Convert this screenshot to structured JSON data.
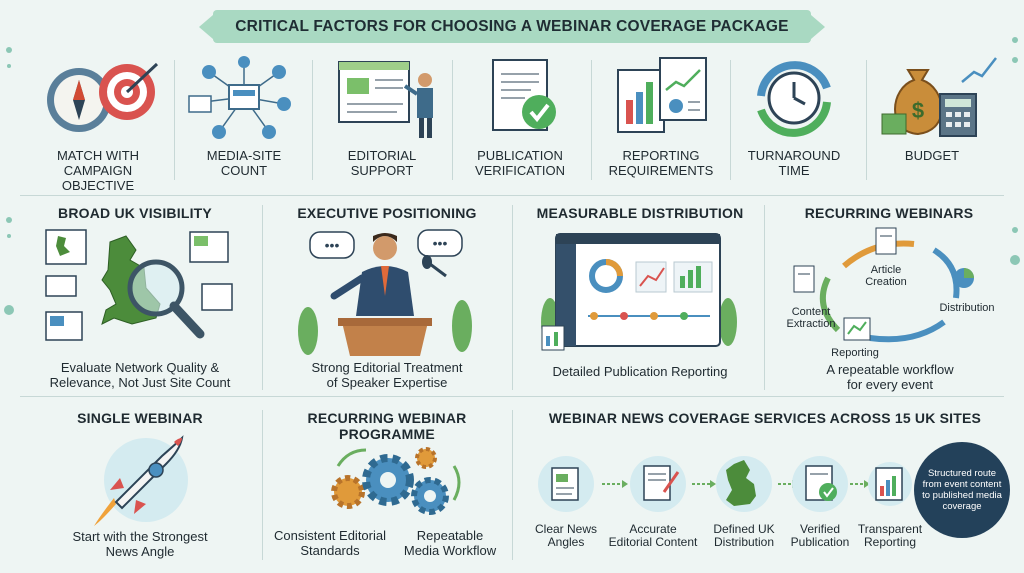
{
  "banner": "CRITICAL FACTORS FOR CHOOSING A WEBINAR COVERAGE PACKAGE",
  "factors": [
    {
      "label": "MATCH WITH\nCAMPAIGN OBJECTIVE"
    },
    {
      "label": "MEDIA-SITE\nCOUNT"
    },
    {
      "label": "EDITORIAL\nSUPPORT"
    },
    {
      "label": "PUBLICATION\nVERIFICATION"
    },
    {
      "label": "REPORTING\nREQUIREMENTS"
    },
    {
      "label": "TURNAROUND\nTIME"
    },
    {
      "label": "BUDGET"
    }
  ],
  "sections": {
    "broad": {
      "title": "BROAD UK VISIBILITY",
      "caption": "Evaluate Network Quality &\nRelevance, Not Just Site Count"
    },
    "exec": {
      "title": "EXECUTIVE POSITIONING",
      "caption": "Strong Editorial Treatment\nof Speaker Expertise"
    },
    "measurable": {
      "title": "MEASURABLE DISTRIBUTION",
      "caption": "Detailed Publication Reporting"
    },
    "recurring": {
      "title": "RECURRING WEBINARS",
      "caption": "A repeatable workflow\nfor every event",
      "steps": [
        "Article\nCreation",
        "Distribution",
        "Reporting",
        "Content\nExtraction"
      ]
    },
    "single": {
      "title": "SINGLE WEBINAR",
      "caption": "Start with the Strongest\nNews Angle"
    },
    "programme": {
      "title": "RECURRING WEBINAR\nPROGRAMME",
      "left_caption": "Consistent Editorial\nStandards",
      "right_caption": "Repeatable\nMedia Workflow"
    },
    "services": {
      "title": "WEBINAR NEWS COVERAGE SERVICES ACROSS 15 UK SITES",
      "steps": [
        "Clear News\nAngles",
        "Accurate\nEditorial Content",
        "Defined UK\nDistribution",
        "Verified\nPublication",
        "Transparent\nReporting"
      ],
      "note": "Structured route from event content to published media coverage"
    }
  }
}
